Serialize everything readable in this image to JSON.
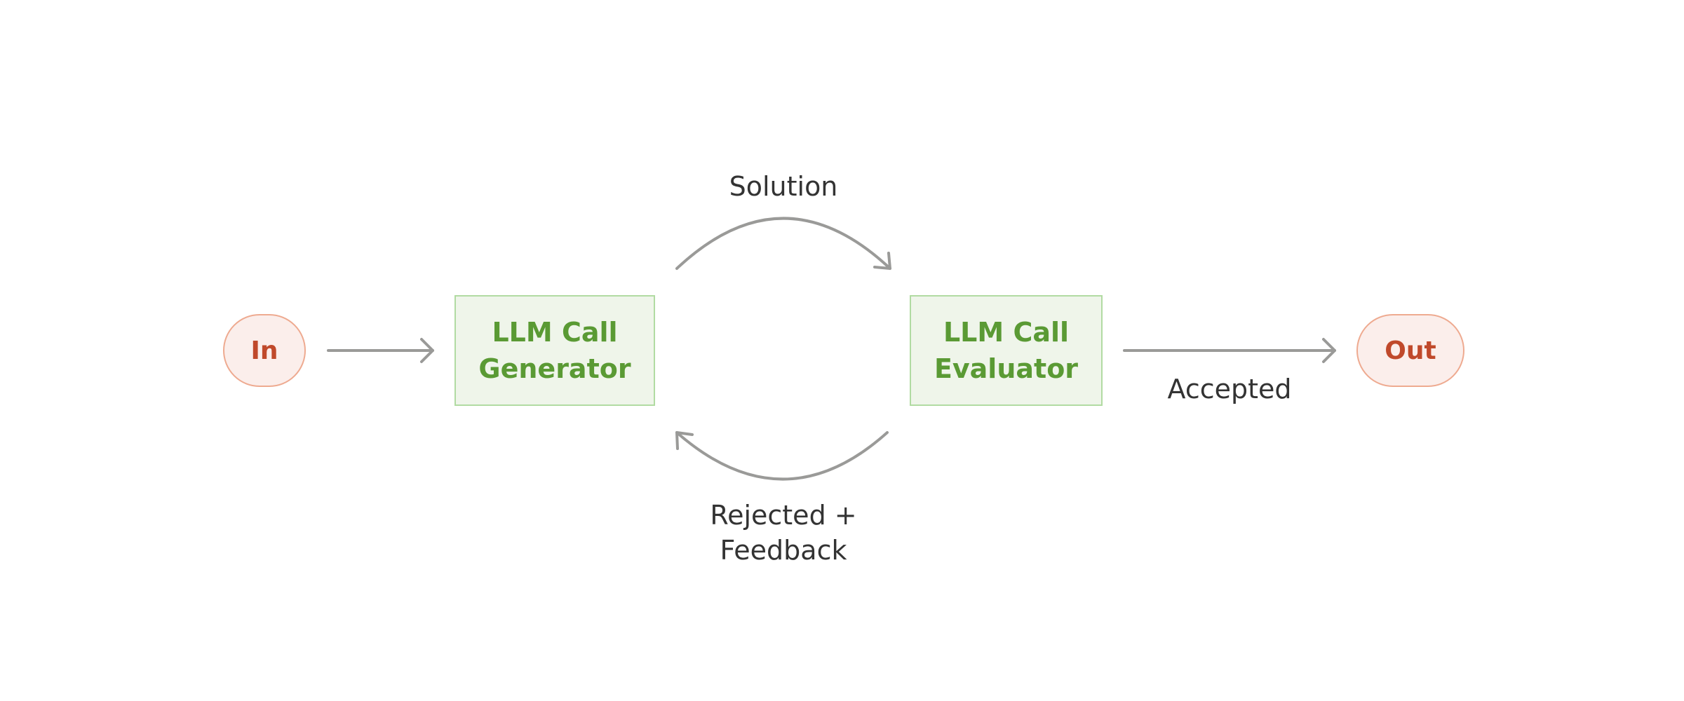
{
  "nodes": {
    "input": {
      "label": "In"
    },
    "generator": {
      "line1": "LLM Call",
      "line2": "Generator"
    },
    "evaluator": {
      "line1": "LLM Call",
      "line2": "Evaluator"
    },
    "output": {
      "label": "Out"
    }
  },
  "edges": {
    "solution": "Solution",
    "rejected_line1": "Rejected +",
    "rejected_line2": "Feedback",
    "accepted": "Accepted"
  },
  "colors": {
    "terminal_fill": "#fbeeeb",
    "terminal_border": "#eeaa90",
    "terminal_text": "#c0492b",
    "box_fill": "#eff5ea",
    "box_border": "#b1dba2",
    "box_text": "#5a9a34",
    "arrow": "#9a9a98",
    "label_text": "#333333"
  }
}
